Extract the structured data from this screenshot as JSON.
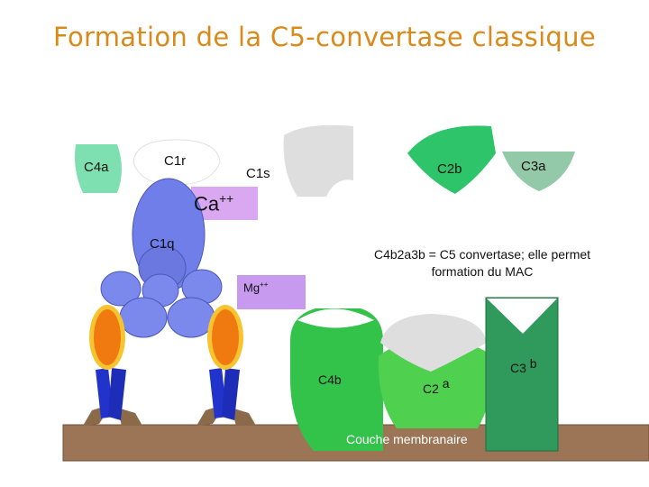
{
  "title": "Formation de la C5-convertase classique",
  "labels": {
    "c4a": "C4a",
    "c1r": "C1r",
    "c1s": "C1s",
    "c2b": "C2b",
    "c3a": "C3a",
    "ca": "Ca",
    "ca_sup": "++",
    "c1q": "C1q",
    "mg": "Mg",
    "mg_sup": "++",
    "c4b": "C4b",
    "c2a_main": "C2",
    "c2a_sub": "a",
    "c3b_main": "C3",
    "c3b_sub": "b",
    "membrane": "Couche membranaire"
  },
  "note": {
    "line1": "C4b2a3b = C5 convertase; elle permet",
    "line2": "formation du MAC"
  },
  "colors": {
    "title": "#d98a1a",
    "c4a": "#7ee0b0",
    "c1q_blue": "#6f7ee8",
    "c1s_grey": "#d8d8d8",
    "c2b_green": "#2ec46a",
    "c3a_green": "#93c9a8",
    "ca_box": "#d9a8f0",
    "mg_box": "#c79af0",
    "c4b_green": "#33c24a",
    "c2a_green": "#4fd04f",
    "c3b_green": "#2f9a5c",
    "membrane": "#9b7556",
    "antibody_orange": "#f07a10",
    "antibody_blue": "#2233cc"
  }
}
